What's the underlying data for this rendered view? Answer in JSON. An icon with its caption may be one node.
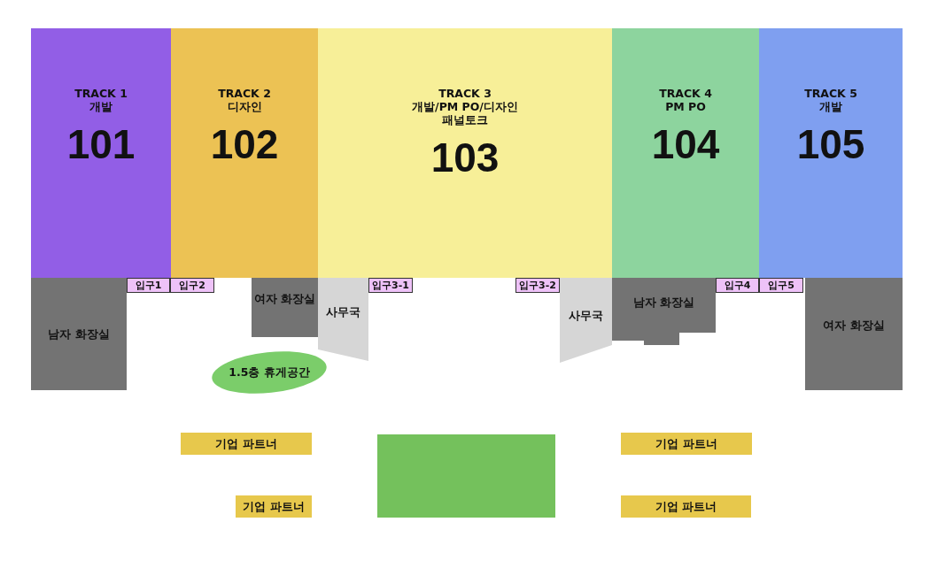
{
  "diagram": {
    "nodes": [
      {
        "text": [
          "TRACK 1",
          "개발",
          "101"
        ]
      },
      {
        "text": [
          "TRACK 2",
          "디자인",
          "102"
        ]
      },
      {
        "text": [
          "TRACK 3",
          "개발/PM PO/디자인 패널토크",
          "103"
        ]
      },
      {
        "text": [
          "TRACK 4",
          "PM PO",
          "104"
        ]
      },
      {
        "text": [
          "TRACK 5",
          "개발",
          "105"
        ]
      },
      {
        "text": [
          "남자 화장실"
        ]
      },
      {
        "text": [
          "입구1"
        ]
      },
      {
        "text": [
          "입구2"
        ]
      },
      {
        "text": [
          "여자 화장실"
        ]
      },
      {
        "text": [
          "사무국"
        ]
      },
      {
        "text": [
          "입구3-1"
        ]
      },
      {
        "text": [
          "입구3-2"
        ]
      },
      {
        "text": [
          "사무국"
        ]
      },
      {
        "text": [
          "남자 화장실"
        ]
      },
      {
        "text": [
          "입구4"
        ]
      },
      {
        "text": [
          "입구5"
        ]
      },
      {
        "text": [
          "여자 화장실"
        ]
      },
      {
        "text": [
          "1.5층 휴게공간"
        ]
      },
      {
        "text": [
          "기업 파트너"
        ]
      },
      {
        "text": [],
        "shape": "box"
      },
      {
        "text": [
          "기업 파트너"
        ]
      },
      {
        "text": [
          "기업 파트너"
        ]
      },
      {
        "text": [
          "기업 파트너"
        ]
      }
    ]
  }
}
